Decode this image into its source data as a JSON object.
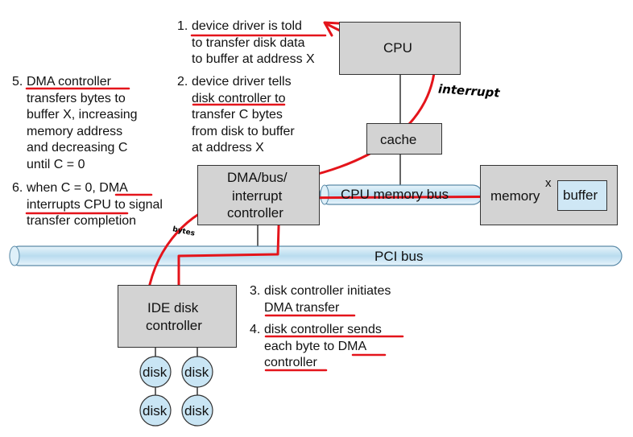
{
  "components": {
    "cpu": "CPU",
    "cache": "cache",
    "dma_controller": [
      "DMA/bus/",
      "interrupt",
      "controller"
    ],
    "cpu_memory_bus": "CPU memory bus",
    "memory": "memory",
    "buffer": "buffer",
    "buffer_marker": "x",
    "pci_bus": "PCI bus",
    "ide_controller": [
      "IDE disk",
      "controller"
    ],
    "disk": "disk"
  },
  "steps": [
    {
      "num": "1.",
      "lines": [
        "device driver is told",
        "to transfer disk data",
        "to buffer at address X"
      ]
    },
    {
      "num": "2.",
      "lines": [
        "device driver tells",
        "disk controller to",
        "transfer C bytes",
        "from disk to buffer",
        "at address X"
      ]
    },
    {
      "num": "3.",
      "lines": [
        "disk controller initiates",
        "DMA transfer"
      ]
    },
    {
      "num": "4.",
      "lines": [
        "disk controller sends",
        "each byte to DMA",
        "controller"
      ]
    },
    {
      "num": "5.",
      "lines": [
        "DMA controller",
        "transfers bytes to",
        "buffer X, increasing",
        "memory address",
        "and decreasing C",
        "until C = 0"
      ]
    },
    {
      "num": "6.",
      "lines": [
        "when C = 0, DMA",
        "interrupts CPU to signal",
        "transfer completion"
      ]
    }
  ],
  "annotations": {
    "interrupt": "interrupt",
    "bytes": "bytes"
  },
  "colors": {
    "box_fill": "#d3d3d3",
    "bus_fill": "#cfe7f5",
    "annotation_red": "#e4141b"
  }
}
